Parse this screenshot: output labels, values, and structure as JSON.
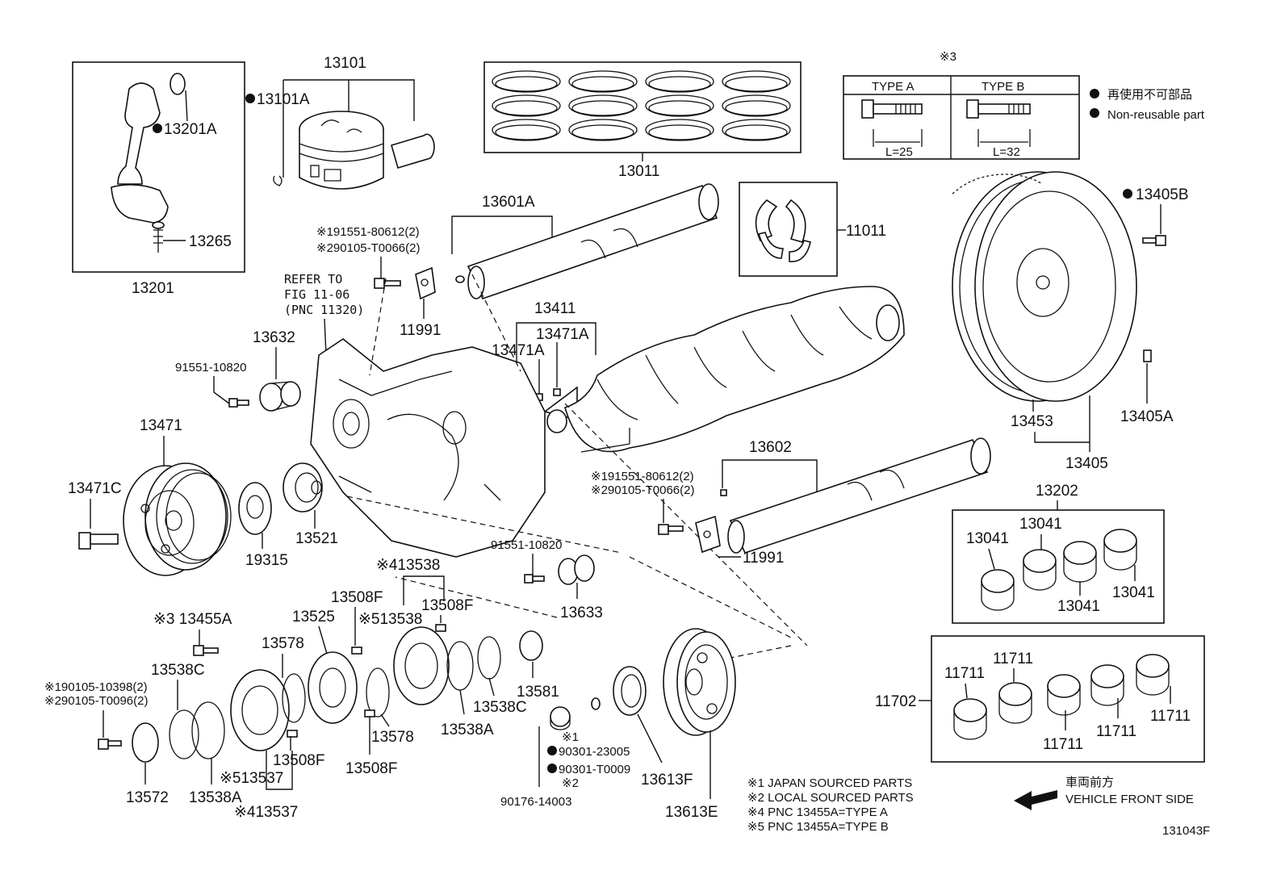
{
  "labels": {
    "p13101": "13101",
    "p13101A": "13101A",
    "p13201A": "13201A",
    "p13265": "13265",
    "p13201": "13201",
    "p13011": "13011",
    "note3": "※3",
    "typeA": "TYPE A",
    "typeB": "TYPE B",
    "lenA": "L=25",
    "lenB": "L=32",
    "legendJa": "再使用不可部品",
    "legendEn": "Non-reusable part",
    "p13601A": "13601A",
    "n1_191551": "※191551-80612(2)",
    "n2_290105": "※290105-T0066(2)",
    "p11011": "11011",
    "p13405B": "13405B",
    "referTo": "REFER TO",
    "fig": "FIG 11-06",
    "pnc": "(PNC 11320)",
    "p11991a": "11991",
    "p13411": "13411",
    "p13471Aa": "13471A",
    "p13471Ab": "13471A",
    "p13632": "13632",
    "p91551a": "91551-10820",
    "p13471": "13471",
    "p13453": "13453",
    "p13405A": "13405A",
    "p13602": "13602",
    "n1b_191551": "※191551-80612(2)",
    "n2b_290105": "※290105-T0066(2)",
    "p13405": "13405",
    "p13471C": "13471C",
    "p13202": "13202",
    "p13041a": "13041",
    "p13041b": "13041",
    "p13041c": "13041",
    "p13041d": "13041",
    "p11991b": "11991",
    "p19315": "19315",
    "p13521": "13521",
    "p91551b": "91551-10820",
    "p13538": "※413538",
    "p13633": "13633",
    "p13508Fa": "13508F",
    "p13508Fb": "13508F",
    "p13538b": "※513538",
    "p13455A": "※3 13455A",
    "p13525": "13525",
    "p13578a": "13578",
    "p13538C": "13538C",
    "n1c_190105": "※190105-10398(2)",
    "n2c_290105": "※290105-T0096(2)",
    "p13581": "13581",
    "p13538Cb": "13538C",
    "p13538A": "13538A",
    "p13578b": "13578",
    "p13508Fc": "13508F",
    "p13508Fd": "13508F",
    "p13537a": "※513537",
    "p13537b": "※413537",
    "p13572": "13572",
    "p13538Ab": "13538A",
    "n1d": "※1",
    "p90301a": "90301-23005",
    "p90301b": "90301-T0009",
    "n2d": "※2",
    "p90176": "90176-14003",
    "p13613F": "13613F",
    "p13613E": "13613E",
    "p11702": "11702",
    "p11711a": "11711",
    "p11711b": "11711",
    "p11711c": "11711",
    "p11711d": "11711",
    "p11711e": "11711",
    "foot1": "※1 JAPAN SOURCED PARTS",
    "foot2": "※2 LOCAL SOURCED PARTS",
    "foot3": "※4 PNC 13455A=TYPE A",
    "foot4": "※5 PNC 13455A=TYPE B",
    "vehJa": "車両前方",
    "vehEn": "VEHICLE FRONT SIDE",
    "figNo": "131043F"
  }
}
